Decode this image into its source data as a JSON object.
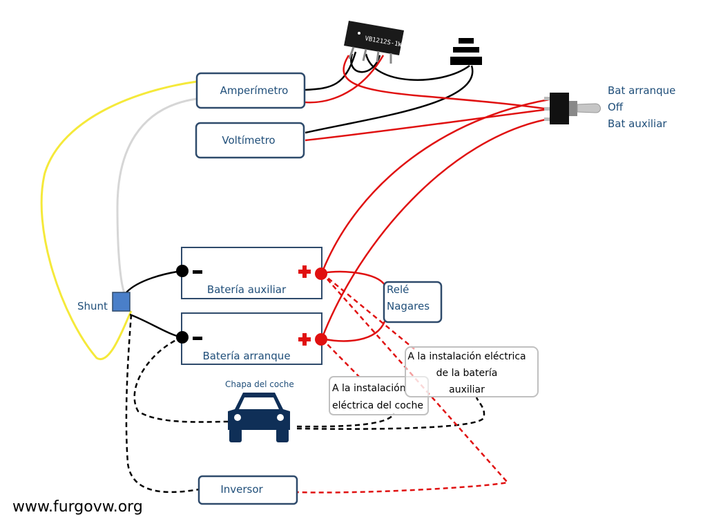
{
  "components": {
    "amperimetro": "Amperímetro",
    "voltimetro": "Voltímetro",
    "bateria_auxiliar": "Batería auxiliar",
    "bateria_arranque": "Batería arranque",
    "rele_line1": "Relé",
    "rele_line2": "Nagares",
    "shunt": "Shunt",
    "inversor": "Inversor",
    "chapa": "Chapa del coche",
    "converter_chip": "VB1212S-1W"
  },
  "switch_positions": [
    "Bat arranque",
    "Off",
    "Bat auxiliar"
  ],
  "destinations": {
    "coche": [
      "A la instalación",
      "eléctrica del coche"
    ],
    "auxiliar": [
      "A la instalación eléctrica",
      "de la batería",
      "auxiliar"
    ]
  },
  "watermark": "www.furgovw.org",
  "colors": {
    "positive_wire": "#e01010",
    "negative_wire": "#000000",
    "yellow_wire": "#f5e93a",
    "gray_wire": "#d6d6d6",
    "box_border": "#2e4a6b",
    "label_text": "#1f4e79",
    "shunt": "#4a7fc9",
    "car": "#0f2f57"
  }
}
